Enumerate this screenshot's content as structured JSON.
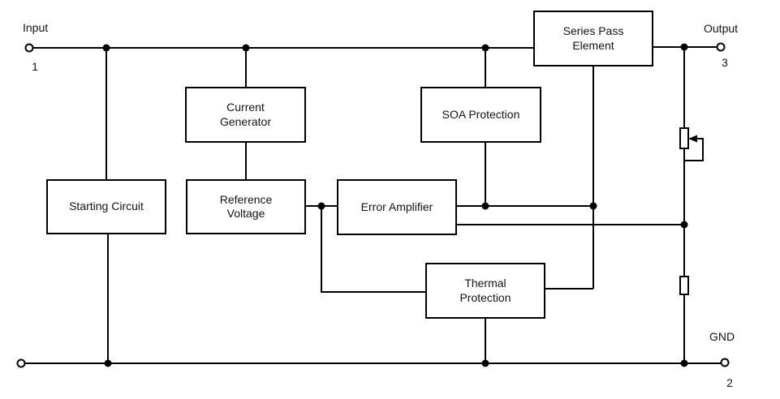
{
  "colors": {
    "line": "#000000",
    "background": "#ffffff",
    "text": "#141414"
  },
  "terminals": {
    "input": {
      "label": "Input",
      "pin": "1"
    },
    "output": {
      "label": "Output",
      "pin": "3"
    },
    "gnd": {
      "label": "GND",
      "pin": "2"
    }
  },
  "blocks": [
    {
      "id": "series-pass-element",
      "label": "Series Pass\nElement"
    },
    {
      "id": "current-generator",
      "label": "Current\nGenerator"
    },
    {
      "id": "soa-protection",
      "label": "SOA Protection"
    },
    {
      "id": "starting-circuit",
      "label": "Starting Circuit"
    },
    {
      "id": "reference-voltage",
      "label": "Reference\nVoltage"
    },
    {
      "id": "error-amplifier",
      "label": "Error Amplifier"
    },
    {
      "id": "thermal-protection",
      "label": "Thermal\nProtection"
    }
  ],
  "symbols": {
    "potentiometer": "adjustable-resistor-symbol",
    "resistor": "resistor-symbol",
    "terminal": "open-circle-terminal",
    "junction": "solder-dot"
  }
}
